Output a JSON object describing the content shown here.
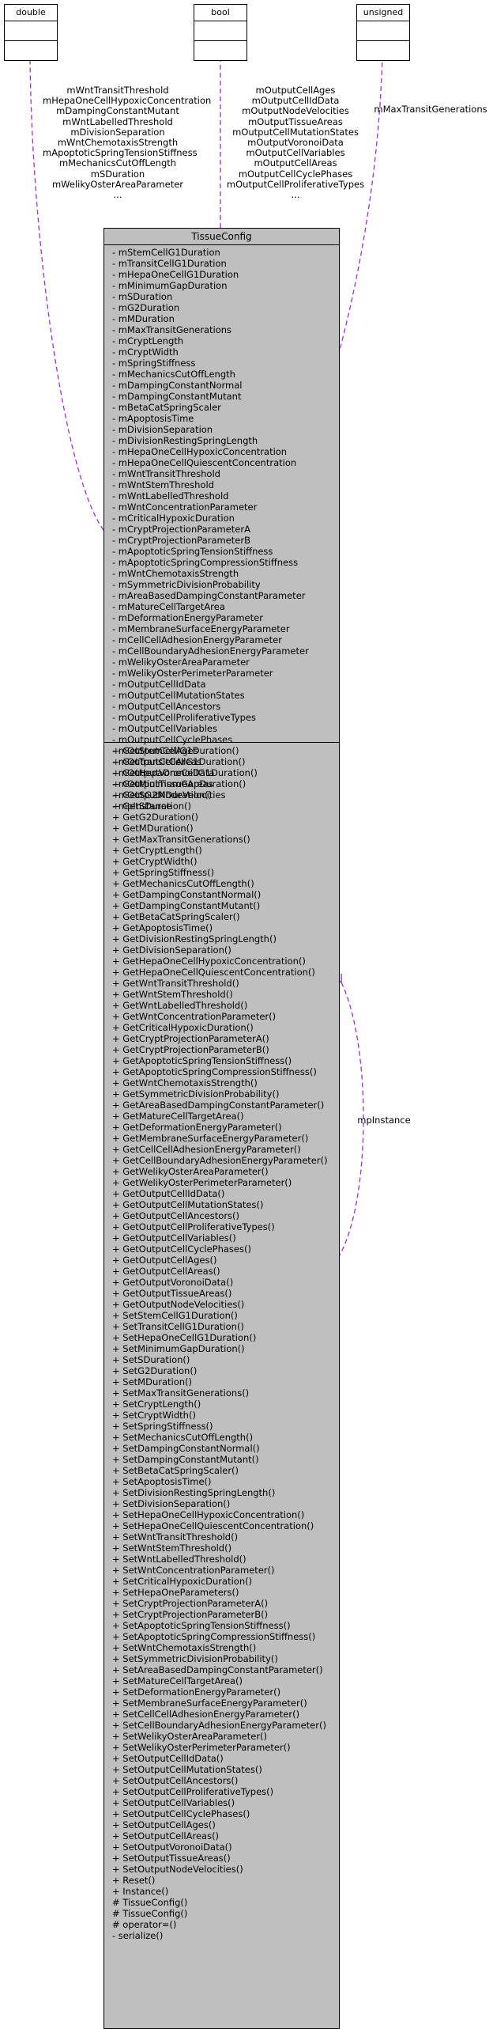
{
  "types": {
    "double": "double",
    "bool": "bool",
    "unsigned": "unsigned"
  },
  "edges": {
    "double_label": [
      "mWntTransitThreshold",
      "mHepaOneCellHypoxicConcentration",
      "mDampingConstantMutant",
      "mWntLabelledThreshold",
      "mDivisionSeparation",
      "mWntChemotaxisStrength",
      "mApoptoticSpringTensionStiffness",
      "mMechanicsCutOffLength",
      "mSDuration",
      "mWelikyOsterAreaParameter",
      "..."
    ],
    "bool_label": [
      "mOutputCellAges",
      "mOutputCellIdData",
      "mOutputNodeVelocities",
      "mOutputTissueAreas",
      "mOutputCellMutationStates",
      "mOutputVoronoiData",
      "mOutputCellVariables",
      "mOutputCellAreas",
      "mOutputCellCyclePhases",
      "mOutputCellProliferativeTypes",
      "..."
    ],
    "unsigned_label": "mMaxTransitGenerations",
    "self_label": "mpInstance"
  },
  "class": {
    "name": "TissueConfig",
    "attributes": [
      "- mStemCellG1Duration",
      "- mTransitCellG1Duration",
      "- mHepaOneCellG1Duration",
      "- mMinimumGapDuration",
      "- mSDuration",
      "- mG2Duration",
      "- mMDuration",
      "- mMaxTransitGenerations",
      "- mCryptLength",
      "- mCryptWidth",
      "- mSpringStiffness",
      "- mMechanicsCutOffLength",
      "- mDampingConstantNormal",
      "- mDampingConstantMutant",
      "- mBetaCatSpringScaler",
      "- mApoptosisTime",
      "- mDivisionSeparation",
      "- mDivisionRestingSpringLength",
      "- mHepaOneCellHypoxicConcentration",
      "- mHepaOneCellQuiescentConcentration",
      "- mWntTransitThreshold",
      "- mWntStemThreshold",
      "- mWntLabelledThreshold",
      "- mWntConcentrationParameter",
      "- mCriticalHypoxicDuration",
      "- mCryptProjectionParameterA",
      "- mCryptProjectionParameterB",
      "- mApoptoticSpringTensionStiffness",
      "- mApoptoticSpringCompressionStiffness",
      "- mWntChemotaxisStrength",
      "- mSymmetricDivisionProbability",
      "- mAreaBasedDampingConstantParameter",
      "- mMatureCellTargetArea",
      "- mDeformationEnergyParameter",
      "- mMembraneSurfaceEnergyParameter",
      "- mCellCellAdhesionEnergyParameter",
      "- mCellBoundaryAdhesionEnergyParameter",
      "- mWelikyOsterAreaParameter",
      "- mWelikyOsterPerimeterParameter",
      "- mOutputCellIdData",
      "- mOutputCellMutationStates",
      "- mOutputCellAncestors",
      "- mOutputCellProliferativeTypes",
      "- mOutputCellVariables",
      "- mOutputCellCyclePhases",
      "- mOutputCellAges",
      "- mOutputCellAreas",
      "- mOutputVoronoiData",
      "- mOutputTissueAreas",
      "- mOutputNodeVelocities",
      "- mpInstance"
    ],
    "methods": [
      "+ GetStemCellG1Duration()",
      "+ GetTransitCellG1Duration()",
      "+ GetHepaOneCellG1Duration()",
      "+ GetMinimumGapDuration()",
      "+ GetSG2MDuration()",
      "+ GetSDuration()",
      "+ GetG2Duration()",
      "+ GetMDuration()",
      "+ GetMaxTransitGenerations()",
      "+ GetCryptLength()",
      "+ GetCryptWidth()",
      "+ GetSpringStiffness()",
      "+ GetMechanicsCutOffLength()",
      "+ GetDampingConstantNormal()",
      "+ GetDampingConstantMutant()",
      "+ GetBetaCatSpringScaler()",
      "+ GetApoptosisTime()",
      "+ GetDivisionRestingSpringLength()",
      "+ GetDivisionSeparation()",
      "+ GetHepaOneCellHypoxicConcentration()",
      "+ GetHepaOneCellQuiescentConcentration()",
      "+ GetWntTransitThreshold()",
      "+ GetWntStemThreshold()",
      "+ GetWntLabelledThreshold()",
      "+ GetWntConcentrationParameter()",
      "+ GetCriticalHypoxicDuration()",
      "+ GetCryptProjectionParameterA()",
      "+ GetCryptProjectionParameterB()",
      "+ GetApoptoticSpringTensionStiffness()",
      "+ GetApoptoticSpringCompressionStiffness()",
      "+ GetWntChemotaxisStrength()",
      "+ GetSymmetricDivisionProbability()",
      "+ GetAreaBasedDampingConstantParameter()",
      "+ GetMatureCellTargetArea()",
      "+ GetDeformationEnergyParameter()",
      "+ GetMembraneSurfaceEnergyParameter()",
      "+ GetCellCellAdhesionEnergyParameter()",
      "+ GetCellBoundaryAdhesionEnergyParameter()",
      "+ GetWelikyOsterAreaParameter()",
      "+ GetWelikyOsterPerimeterParameter()",
      "+ GetOutputCellIdData()",
      "+ GetOutputCellMutationStates()",
      "+ GetOutputCellAncestors()",
      "+ GetOutputCellProliferativeTypes()",
      "+ GetOutputCellVariables()",
      "+ GetOutputCellCyclePhases()",
      "+ GetOutputCellAges()",
      "+ GetOutputCellAreas()",
      "+ GetOutputVoronoiData()",
      "+ GetOutputTissueAreas()",
      "+ GetOutputNodeVelocities()",
      "+ SetStemCellG1Duration()",
      "+ SetTransitCellG1Duration()",
      "+ SetHepaOneCellG1Duration()",
      "+ SetMinimumGapDuration()",
      "+ SetSDuration()",
      "+ SetG2Duration()",
      "+ SetMDuration()",
      "+ SetMaxTransitGenerations()",
      "+ SetCryptLength()",
      "+ SetCryptWidth()",
      "+ SetSpringStiffness()",
      "+ SetMechanicsCutOffLength()",
      "+ SetDampingConstantNormal()",
      "+ SetDampingConstantMutant()",
      "+ SetBetaCatSpringScaler()",
      "+ SetApoptosisTime()",
      "+ SetDivisionRestingSpringLength()",
      "+ SetDivisionSeparation()",
      "+ SetHepaOneCellHypoxicConcentration()",
      "+ SetHepaOneCellQuiescentConcentration()",
      "+ SetWntTransitThreshold()",
      "+ SetWntStemThreshold()",
      "+ SetWntLabelledThreshold()",
      "+ SetWntConcentrationParameter()",
      "+ SetCriticalHypoxicDuration()",
      "+ SetHepaOneParameters()",
      "+ SetCryptProjectionParameterA()",
      "+ SetCryptProjectionParameterB()",
      "+ SetApoptoticSpringTensionStiffness()",
      "+ SetApoptoticSpringCompressionStiffness()",
      "+ SetWntChemotaxisStrength()",
      "+ SetSymmetricDivisionProbability()",
      "+ SetAreaBasedDampingConstantParameter()",
      "+ SetMatureCellTargetArea()",
      "+ SetDeformationEnergyParameter()",
      "+ SetMembraneSurfaceEnergyParameter()",
      "+ SetCellCellAdhesionEnergyParameter()",
      "+ SetCellBoundaryAdhesionEnergyParameter()",
      "+ SetWelikyOsterAreaParameter()",
      "+ SetWelikyOsterPerimeterParameter()",
      "+ SetOutputCellIdData()",
      "+ SetOutputCellMutationStates()",
      "+ SetOutputCellAncestors()",
      "+ SetOutputCellProliferativeTypes()",
      "+ SetOutputCellVariables()",
      "+ SetOutputCellCyclePhases()",
      "+ SetOutputCellAges()",
      "+ SetOutputCellAreas()",
      "+ SetOutputVoronoiData()",
      "+ SetOutputTissueAreas()",
      "+ SetOutputNodeVelocities()",
      "+ Reset()",
      "+ Instance()",
      "# TissueConfig()",
      "# TissueConfig()",
      "# operator=()",
      "- serialize()"
    ]
  },
  "colors": {
    "arrow": "#9a32cd",
    "class_fill": "#bfbfbf",
    "border": "#000000"
  }
}
